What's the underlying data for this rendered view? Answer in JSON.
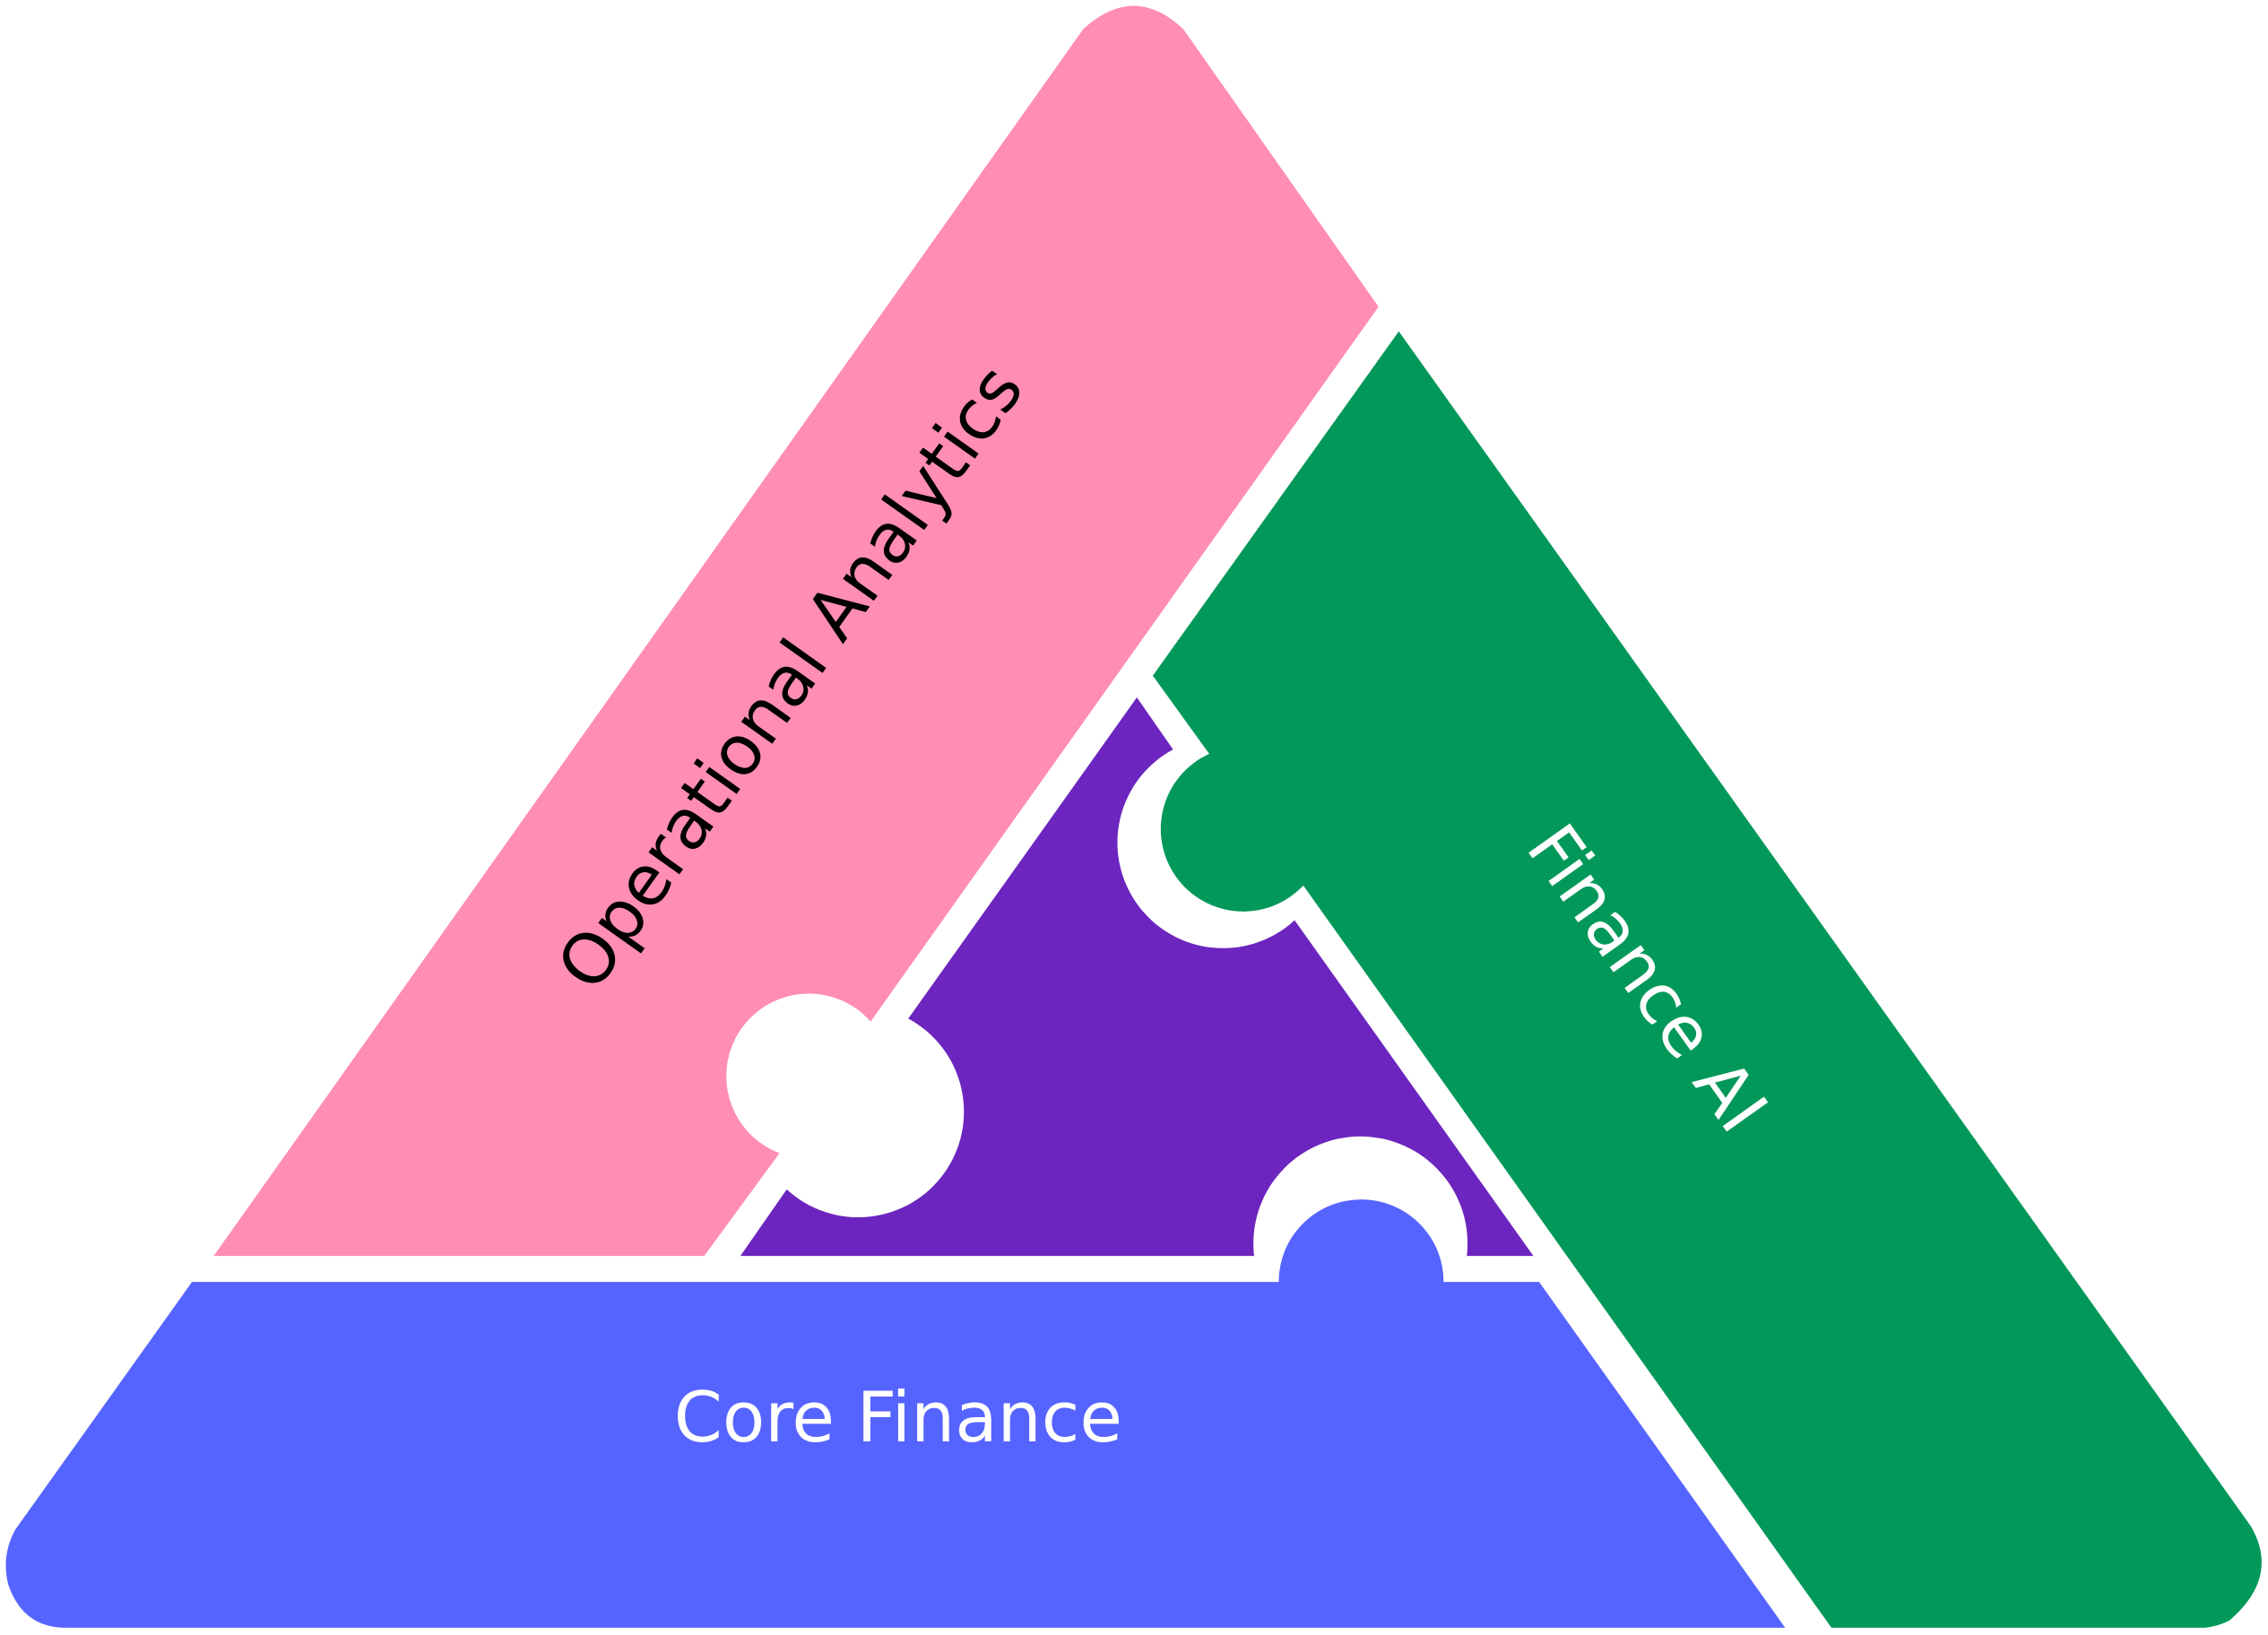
{
  "diagram": {
    "pieces": [
      {
        "label": "Operational Analytics",
        "color": "#FF8DB4",
        "text_color": "#000000"
      },
      {
        "label": "Finance AI",
        "color": "#02985A",
        "text_color": "#FFFFFF"
      },
      {
        "label": "Core Finance",
        "color": "#5664FF",
        "text_color": "#FFFFFF"
      },
      {
        "label": "",
        "color": "#6C25BE"
      }
    ]
  }
}
